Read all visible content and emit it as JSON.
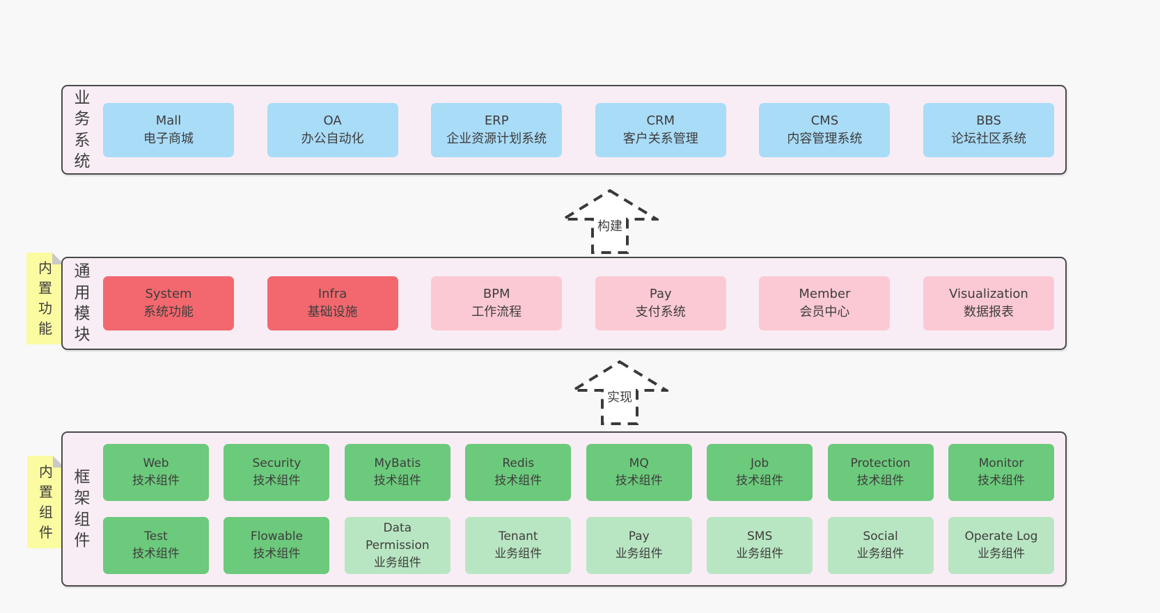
{
  "page": {
    "background": "#f8f8f8"
  },
  "palette": {
    "band_bg": "#f8edf5",
    "band_border": "#4a4a4a",
    "blue": "#a9dcf7",
    "red": "#f3686e",
    "pink": "#fbc9d4",
    "green": "#6cca7c",
    "green_light": "#b9e6c2",
    "sticky_yellow": "#fbfba1",
    "sticky_fold": "#c9c9c9",
    "text": "#3d3d3d"
  },
  "arrows": [
    {
      "label": "构建"
    },
    {
      "label": "实现"
    }
  ],
  "bands": [
    {
      "label": "业务系统",
      "boxes": [
        {
          "en": "Mall",
          "zh": "电子商城",
          "variant": "blue"
        },
        {
          "en": "OA",
          "zh": "办公自动化",
          "variant": "blue"
        },
        {
          "en": "ERP",
          "zh": "企业资源计划系统",
          "variant": "blue"
        },
        {
          "en": "CRM",
          "zh": "客户关系管理",
          "variant": "blue"
        },
        {
          "en": "CMS",
          "zh": "内容管理系统",
          "variant": "blue"
        },
        {
          "en": "BBS",
          "zh": "论坛社区系统",
          "variant": "blue"
        }
      ]
    },
    {
      "label": "通用模块",
      "sticky": "内置功能",
      "boxes": [
        {
          "en": "System",
          "zh": "系统功能",
          "variant": "red"
        },
        {
          "en": "Infra",
          "zh": "基础设施",
          "variant": "red"
        },
        {
          "en": "BPM",
          "zh": "工作流程",
          "variant": "pink"
        },
        {
          "en": "Pay",
          "zh": "支付系统",
          "variant": "pink"
        },
        {
          "en": "Member",
          "zh": "会员中心",
          "variant": "pink"
        },
        {
          "en": "Visualization",
          "zh": "数据报表",
          "variant": "pink"
        }
      ]
    },
    {
      "label": "框架组件",
      "sticky": "内置组件",
      "rows": [
        [
          {
            "en": "Web",
            "zh": "技术组件",
            "variant": "green"
          },
          {
            "en": "Security",
            "zh": "技术组件",
            "variant": "green"
          },
          {
            "en": "MyBatis",
            "zh": "技术组件",
            "variant": "green"
          },
          {
            "en": "Redis",
            "zh": "技术组件",
            "variant": "green"
          },
          {
            "en": "MQ",
            "zh": "技术组件",
            "variant": "green"
          },
          {
            "en": "Job",
            "zh": "技术组件",
            "variant": "green"
          },
          {
            "en": "Protection",
            "zh": "技术组件",
            "variant": "green"
          },
          {
            "en": "Monitor",
            "zh": "技术组件",
            "variant": "green"
          }
        ],
        [
          {
            "en": "Test",
            "zh": "技术组件",
            "variant": "green"
          },
          {
            "en": "Flowable",
            "zh": "技术组件",
            "variant": "green"
          },
          {
            "en": "Data Permission",
            "zh": "业务组件",
            "variant": "green-light"
          },
          {
            "en": "Tenant",
            "zh": "业务组件",
            "variant": "green-light"
          },
          {
            "en": "Pay",
            "zh": "业务组件",
            "variant": "green-light"
          },
          {
            "en": "SMS",
            "zh": "业务组件",
            "variant": "green-light"
          },
          {
            "en": "Social",
            "zh": "业务组件",
            "variant": "green-light"
          },
          {
            "en": "Operate Log",
            "zh": "业务组件",
            "variant": "green-light"
          }
        ]
      ]
    }
  ]
}
